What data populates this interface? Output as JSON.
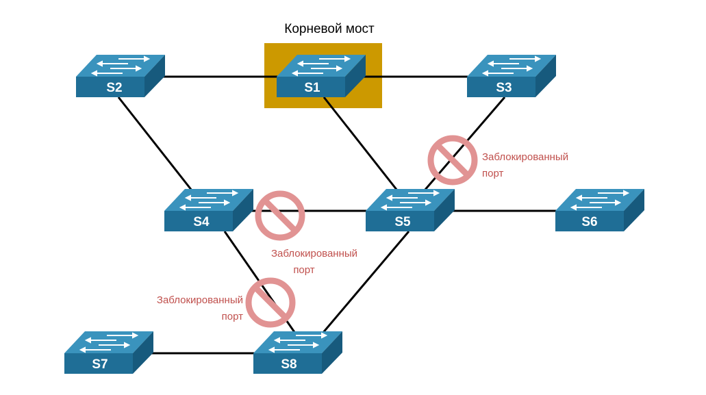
{
  "root_bridge": {
    "label": "Корневой мост",
    "highlight_color": "#cc9900"
  },
  "switches": [
    {
      "id": "S1",
      "label": "S1"
    },
    {
      "id": "S2",
      "label": "S2"
    },
    {
      "id": "S3",
      "label": "S3"
    },
    {
      "id": "S4",
      "label": "S4"
    },
    {
      "id": "S5",
      "label": "S5"
    },
    {
      "id": "S6",
      "label": "S6"
    },
    {
      "id": "S7",
      "label": "S7"
    },
    {
      "id": "S8",
      "label": "S8"
    }
  ],
  "links": [
    [
      "S2",
      "S1"
    ],
    [
      "S1",
      "S3"
    ],
    [
      "S2",
      "S4"
    ],
    [
      "S1",
      "S5"
    ],
    [
      "S3",
      "S5"
    ],
    [
      "S4",
      "S5"
    ],
    [
      "S5",
      "S6"
    ],
    [
      "S4",
      "S8"
    ],
    [
      "S5",
      "S8"
    ],
    [
      "S7",
      "S8"
    ]
  ],
  "blocked_ports": [
    {
      "link": "S3-S5",
      "line1": "Заблокированный",
      "line2": "порт"
    },
    {
      "link": "S4-S5",
      "line1": "Заблокированный",
      "line2": "порт"
    },
    {
      "link": "S4-S8",
      "line1": "Заблокированный",
      "line2": "порт"
    }
  ],
  "colors": {
    "switch_front": "#1f6e96",
    "switch_top": "#3a93bd",
    "switch_side": "#175a7d",
    "block_symbol": "#e19393",
    "block_text": "#c0504d",
    "link": "#000000"
  },
  "icons": {
    "switch": "switch-icon",
    "blocked": "blocked-port-icon"
  }
}
